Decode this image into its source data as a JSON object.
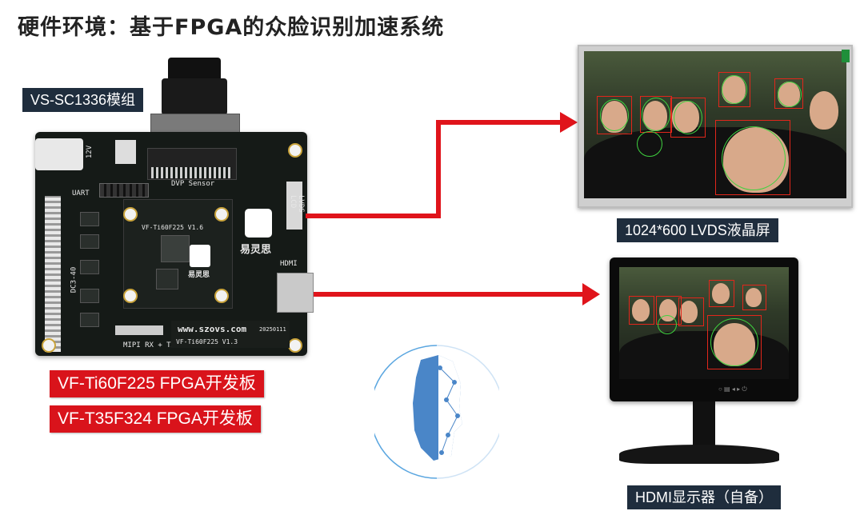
{
  "title": "硬件环境：基于FPGA的众脸识别加速系统",
  "labels": {
    "camera_module": "VS-SC1336模组",
    "lcd": "1024*600 LVDS液晶屏",
    "hdmi_monitor": "HDMI显示器（自备）",
    "board1": "VF-Ti60F225 FPGA开发板",
    "board2": "VF-T35F324 FPGA开发板"
  },
  "board_silk": {
    "uart": "UART",
    "dvp": "DVP Sensor",
    "lvds": "LVDS LCD",
    "hdmi": "HDMI",
    "mipi": "MIPI RX + TX",
    "dc": "DC3-40",
    "v12": "12V",
    "core": "VF-Ti60F225 V1.6",
    "site": "www.szovs.com",
    "date": "20250111",
    "brand": "易灵思",
    "model": "VF-Ti60F225 V1.3",
    "brand_small": "易灵思"
  },
  "colors": {
    "red_label": "#d9131b",
    "dark_label": "#1f2d3d",
    "arrow": "#e0141b",
    "detect_box": "#e2261b",
    "detect_ring": "#3fd23f",
    "face_blue": "#4a86c8"
  }
}
